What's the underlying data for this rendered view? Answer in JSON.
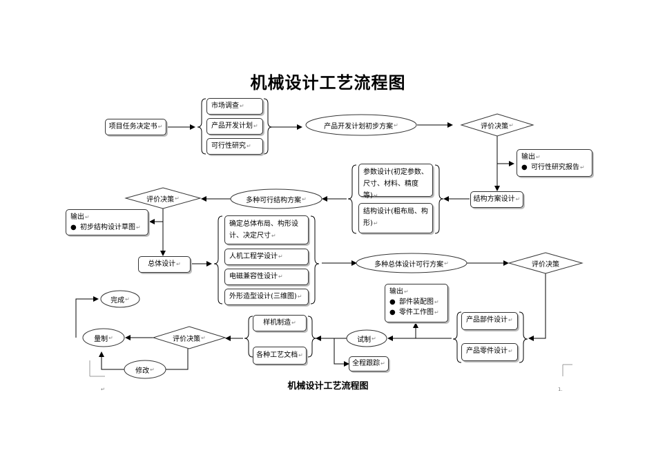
{
  "title": "机械设计工艺流程图",
  "caption": "机械设计工艺流程图",
  "nodes": {
    "project_task": "项目任务决定书",
    "market_research": "市场调查",
    "dev_plan": "产品开发计划",
    "feasibility": "可行性研究",
    "initial_plan": "产品开发计划初步方案",
    "eval1": "评价决策",
    "output1_title": "输出",
    "output1_item": "可行性研究报告",
    "structure_design": "结构方案设计",
    "param_design": "参数设计(初定参数、尺寸、材料、精度等)",
    "struct_layout": "结构设计(粗布局、构形)",
    "multi_structure": "多种可行结构方案",
    "eval2": "评价决策",
    "output2_title": "输出",
    "output2_item": "初步结构设计草图",
    "overall_design": "总体设计",
    "layout_confirm": "确定总体布局、构形设计、决定尺寸",
    "ergonomics": "人机工程学设计",
    "emc": "电磁兼容性设计",
    "appearance": "外形造型设计(三维图)",
    "multi_overall": "多种总体设计可行方案",
    "eval3": "评价决策",
    "output3_title": "输出",
    "output3_item1": "部件装配图",
    "output3_item2": "零件工作图",
    "part_design": "产品部件设计",
    "component_design": "产品零件设计",
    "trial": "试制",
    "tracking": "全程跟踪",
    "prototype": "样机制造",
    "docs": "各种工艺文档",
    "eval4": "评价决策",
    "mass_production": "量制",
    "modify": "修改",
    "complete": "完成"
  },
  "marks": {
    "return_mark": "↵",
    "bullet": "●",
    "bottom_left_mark": "↵",
    "bottom_right_mark": "1."
  }
}
